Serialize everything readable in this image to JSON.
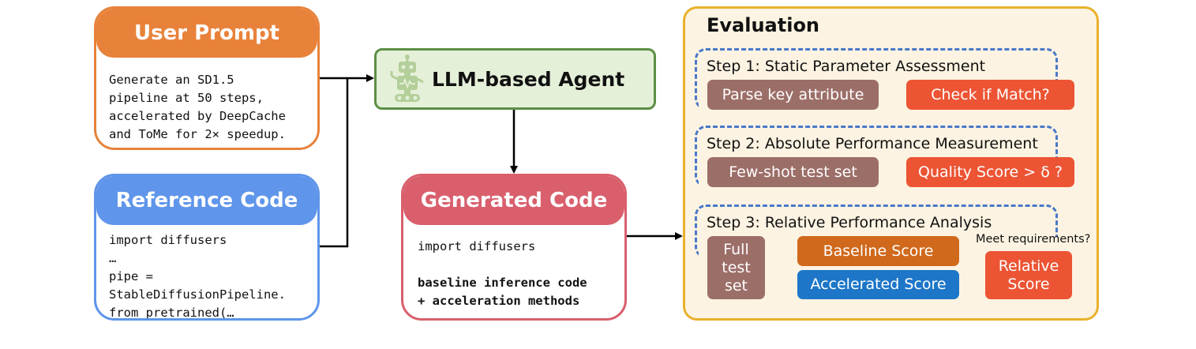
{
  "user_prompt": {
    "title": "User Prompt",
    "lines": [
      "Generate an SD1.5",
      "pipeline at 50 steps,",
      "accelerated by DeepCache",
      "and ToMe for 2× speedup."
    ]
  },
  "reference_code": {
    "title": "Reference Code",
    "lines": [
      "import diffusers",
      "…",
      "pipe =",
      "StableDiffusionPipeline.",
      "from_pretrained(…"
    ]
  },
  "agent": {
    "title": "LLM-based Agent"
  },
  "generated_code": {
    "title": "Generated Code",
    "line1": "import diffusers",
    "line2": "baseline inference code",
    "line3": "+ acceleration methods"
  },
  "evaluation": {
    "title": "Evaluation",
    "step1": {
      "label": "Step 1: Static Parameter Assessment",
      "left": "Parse key attribute",
      "right": "Check if Match?"
    },
    "step2": {
      "label": "Step 2: Absolute Performance Measurement",
      "left": "Few-shot test set",
      "right": "Quality Score > δ ?"
    },
    "step3": {
      "label": "Step 3: Relative Performance Analysis",
      "full_line1": "Full",
      "full_line2": "test",
      "full_line3": "set",
      "baseline": "Baseline Score",
      "accelerated": "Accelerated Score",
      "meet": "Meet requirements?",
      "relative_line1": "Relative",
      "relative_line2": "Score"
    }
  },
  "colors": {
    "user_prompt": "#e8823a",
    "reference_code": "#5f95ea",
    "generated_code": "#d95f6d",
    "agent_border": "#5c8f44",
    "agent_fill": "#e5f0d9",
    "evaluation_border": "#e9b12b",
    "evaluation_fill": "#fcf3e2",
    "step_dash": "#4a78c8",
    "pill_brown": "#9c6e68",
    "pill_red": "#ec5434",
    "pill_orange": "#d0691c",
    "pill_blue": "#1d76c8"
  },
  "icons": {
    "agent": "robot-icon"
  }
}
